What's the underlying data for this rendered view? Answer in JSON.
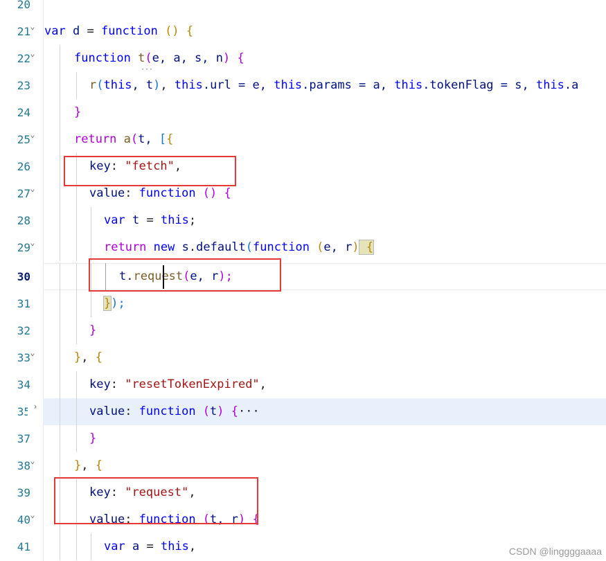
{
  "editor": {
    "lines": [
      {
        "n": "20"
      },
      {
        "n": "21"
      },
      {
        "n": "22"
      },
      {
        "n": "23"
      },
      {
        "n": "24"
      },
      {
        "n": "25"
      },
      {
        "n": "26"
      },
      {
        "n": "27"
      },
      {
        "n": "28"
      },
      {
        "n": "29"
      },
      {
        "n": "30"
      },
      {
        "n": "31"
      },
      {
        "n": "32"
      },
      {
        "n": "33"
      },
      {
        "n": "34"
      },
      {
        "n": "35"
      },
      {
        "n": "37"
      },
      {
        "n": "38"
      },
      {
        "n": "39"
      },
      {
        "n": "40"
      },
      {
        "n": "41"
      }
    ],
    "code": {
      "l21": [
        "var",
        "d",
        "=",
        "function",
        "()",
        "{"
      ],
      "l22": [
        "function",
        "t",
        "(",
        "e, a, s, n",
        ")",
        "{"
      ],
      "l23": [
        "r",
        "(",
        "this",
        ", t",
        ")",
        ", ",
        "this",
        ".url = e, ",
        "this",
        ".params = a, ",
        "this",
        ".tokenFlag = s, ",
        "this",
        ".a"
      ],
      "l24": [
        "}"
      ],
      "l25": [
        "return",
        "a",
        "(",
        "t, ",
        "["
      ],
      "l26": [
        "key",
        ": ",
        "\"fetch\"",
        ","
      ],
      "l27": [
        "value",
        ": ",
        "function",
        " ()",
        " {"
      ],
      "l28": [
        "var",
        "t",
        "=",
        "this",
        ";"
      ],
      "l29": [
        "return",
        "new",
        "s",
        ".",
        "default",
        "(",
        "function",
        " (",
        "e, r",
        ")",
        " {"
      ],
      "l30": [
        "t",
        ".",
        "request",
        "(",
        "e, r",
        ");"
      ],
      "l31": [
        "}",
        ");"
      ],
      "l32": [
        "}"
      ],
      "l33": [
        "}",
        ", ",
        "{"
      ],
      "l34": [
        "key",
        ": ",
        "\"resetTokenExpired\"",
        ","
      ],
      "l35": [
        "value",
        ": ",
        "function",
        " (",
        "t",
        ")",
        " {",
        "···"
      ],
      "l37": [
        "}"
      ],
      "l38": [
        "}",
        ", ",
        "{"
      ],
      "l39": [
        "key",
        ": ",
        "\"request\"",
        ","
      ],
      "l40": [
        "value",
        ": ",
        "function",
        " (",
        "t, r",
        ")",
        " {"
      ],
      "l41": [
        "var",
        "a",
        "=",
        "this",
        ","
      ]
    },
    "hover_dots": "···"
  },
  "watermark": "CSDN @linggggaaaa"
}
